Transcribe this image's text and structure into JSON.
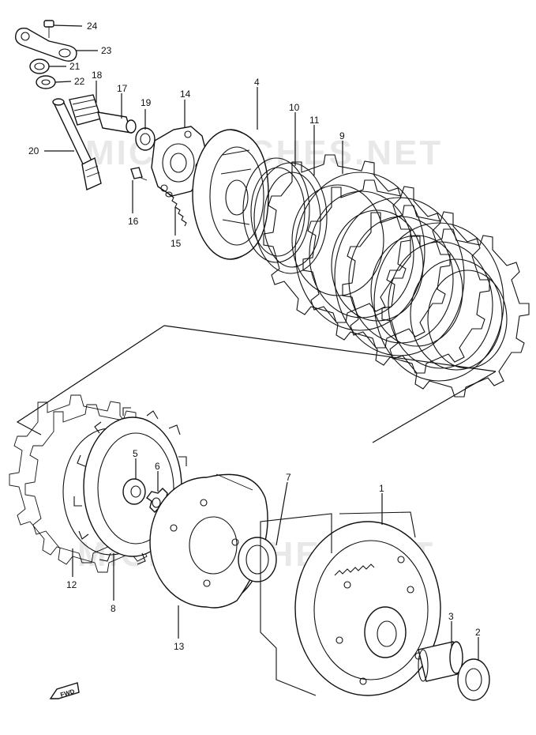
{
  "watermark": "MICROFICHES.NET",
  "fwd_label": "FWD",
  "callouts": [
    {
      "id": "24",
      "label": "24"
    },
    {
      "id": "23",
      "label": "23"
    },
    {
      "id": "21",
      "label": "21"
    },
    {
      "id": "22",
      "label": "22"
    },
    {
      "id": "18",
      "label": "18"
    },
    {
      "id": "17",
      "label": "17"
    },
    {
      "id": "19",
      "label": "19"
    },
    {
      "id": "14",
      "label": "14"
    },
    {
      "id": "4",
      "label": "4"
    },
    {
      "id": "10",
      "label": "10"
    },
    {
      "id": "11",
      "label": "11"
    },
    {
      "id": "9",
      "label": "9"
    },
    {
      "id": "20",
      "label": "20"
    },
    {
      "id": "16",
      "label": "16"
    },
    {
      "id": "15",
      "label": "15"
    },
    {
      "id": "5",
      "label": "5"
    },
    {
      "id": "6",
      "label": "6"
    },
    {
      "id": "7",
      "label": "7"
    },
    {
      "id": "1",
      "label": "1"
    },
    {
      "id": "12",
      "label": "12"
    },
    {
      "id": "8",
      "label": "8"
    },
    {
      "id": "13",
      "label": "13"
    },
    {
      "id": "3",
      "label": "3"
    },
    {
      "id": "2",
      "label": "2"
    }
  ]
}
